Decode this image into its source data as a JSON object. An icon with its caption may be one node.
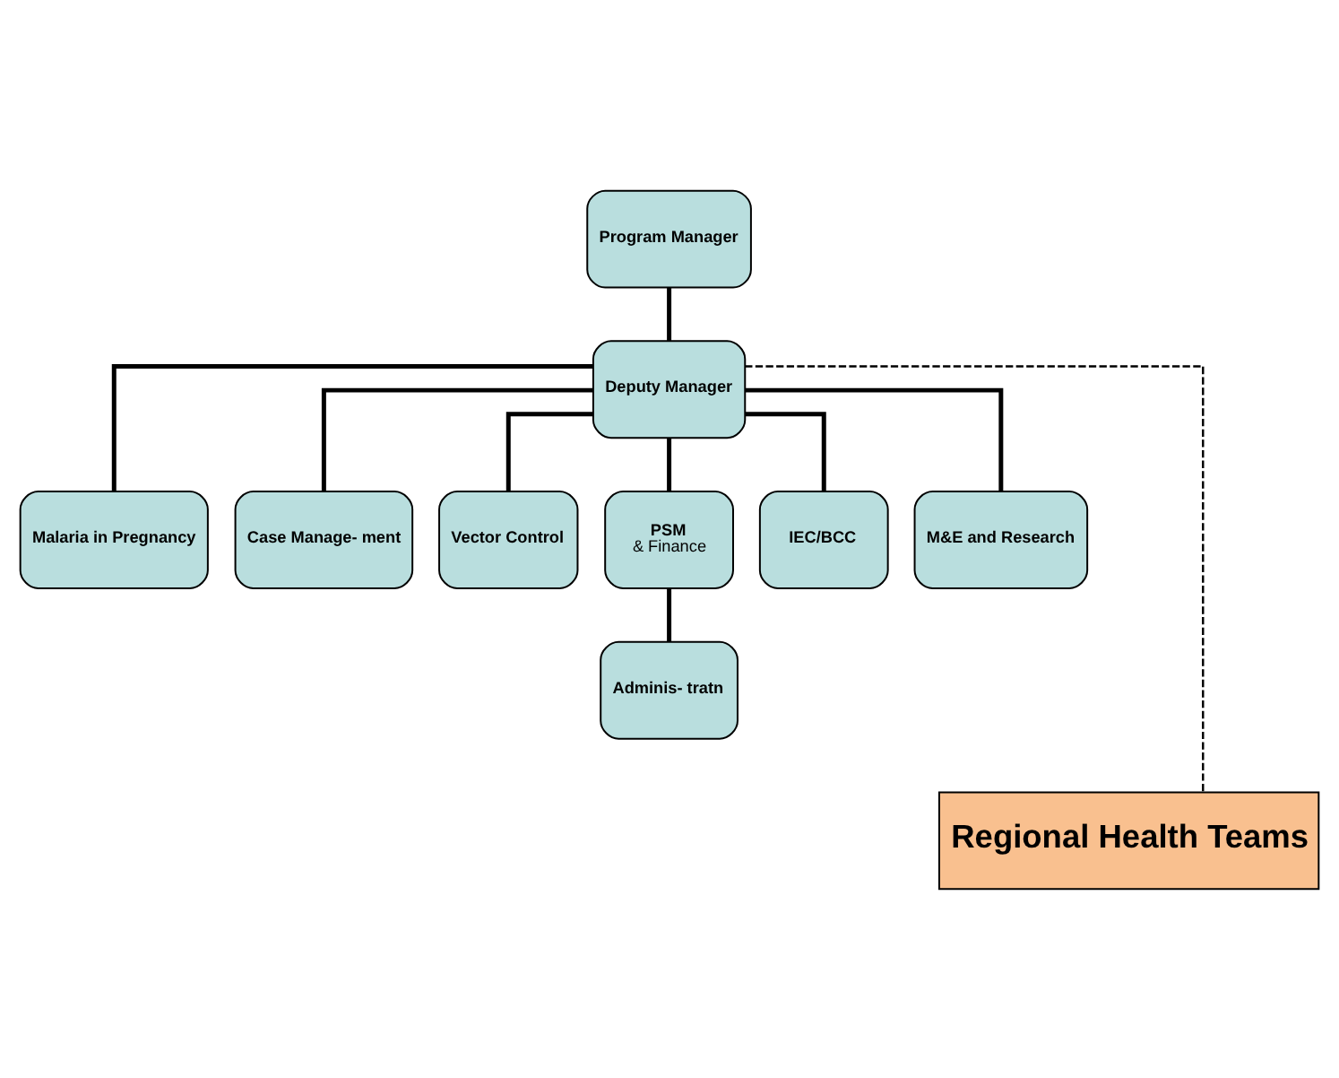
{
  "diagram": {
    "nodes": [
      {
        "text": [
          "Program Manager"
        ]
      },
      {
        "text": [
          "Deputy Manager"
        ]
      },
      {
        "text": [
          "Malaria in Pregnancy"
        ]
      },
      {
        "text": [
          "Case Manage- ment"
        ]
      },
      {
        "text": [
          "Vector Control"
        ]
      },
      {
        "text": [
          "PSM",
          "& Finance"
        ]
      },
      {
        "text": [
          "IEC/BCC"
        ]
      },
      {
        "text": [
          "M&E and Research"
        ]
      },
      {
        "text": [
          "Adminis- tratn"
        ]
      },
      {
        "text": [
          "Regional Health Teams"
        ]
      }
    ],
    "edges": [
      {
        "from": 0,
        "to": 1,
        "arrow": "none"
      },
      {
        "from": 1,
        "to": 2,
        "arrow": "none"
      },
      {
        "from": 1,
        "to": 3,
        "arrow": "none"
      },
      {
        "from": 1,
        "to": 4,
        "arrow": "none"
      },
      {
        "from": 1,
        "to": 5,
        "arrow": "none"
      },
      {
        "from": 1,
        "to": 6,
        "arrow": "none"
      },
      {
        "from": 1,
        "to": 7,
        "arrow": "none"
      },
      {
        "from": 5,
        "to": 8,
        "arrow": "none"
      },
      {
        "from": 1,
        "to": 9,
        "arrow": "none",
        "style": "dashed"
      }
    ]
  }
}
